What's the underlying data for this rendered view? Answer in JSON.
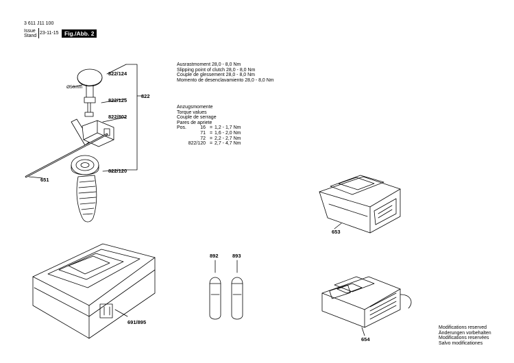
{
  "header": {
    "doc_number": "3 611 J11 100",
    "issue_label": "Issue",
    "stand_label": "Stand",
    "date": "23-11-15",
    "figure": "Fig./Abb. 2"
  },
  "clutch_notes": [
    "Ausrastmoment 28,0 - 8,0 Nm",
    "Slipping point of clutch 28,0 - 8,0 Nm",
    "Couple de glessement 28,0 - 8,0 Nm",
    "Momento de desenclavamiento 28,0 - 8,0 Nm"
  ],
  "torque": {
    "headings": [
      "Anzugsmomente",
      "Torque values",
      "Couple de serrage",
      "Pares de apriete"
    ],
    "pos_label": "Pos.",
    "rows": [
      {
        "pos": "16",
        "eq": "=",
        "value": "1,2 - 1,7 Nm"
      },
      {
        "pos": "71",
        "eq": "=",
        "value": "1,6 - 2,0 Nm"
      },
      {
        "pos": "72",
        "eq": "=",
        "value": "2,2 - 2,7 Nm"
      },
      {
        "pos": "822/120",
        "eq": "=",
        "value": "2,7 - 4,7 Nm"
      }
    ]
  },
  "part_labels": {
    "p822_124": "822/124",
    "p822_125": "822/125",
    "p822_802": "822/802",
    "p822_120": "822/120",
    "p822": "822",
    "p651": "651",
    "p653": "653",
    "p654": "654",
    "p892": "892",
    "p893": "893",
    "p691_895": "691/895",
    "diameter": "Ø50mm"
  },
  "footer_notes": [
    "Modifications reserved",
    "Änderungen vorbehalten",
    "Modifications reservées",
    "Salvo modificationes"
  ]
}
